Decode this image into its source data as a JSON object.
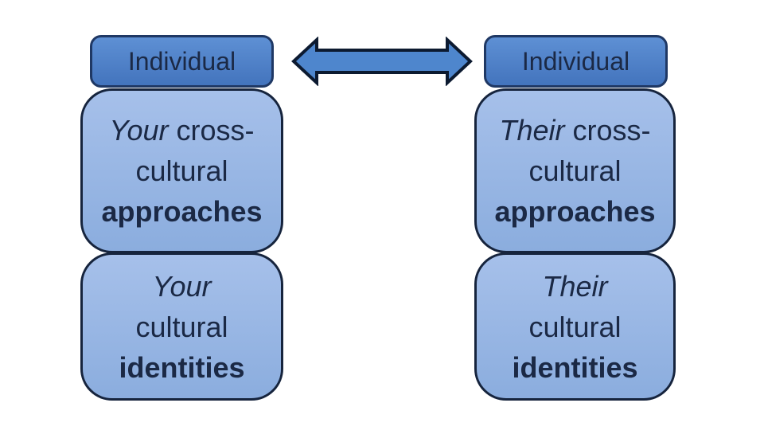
{
  "colors": {
    "background": "#ffffff",
    "dark_box_fill_top": "#5e90d4",
    "dark_box_fill_bottom": "#4374bd",
    "dark_box_border": "#1f3864",
    "light_box_fill_top": "#a6c0ea",
    "light_box_fill_bottom": "#8badde",
    "light_box_border": "#16243d",
    "arrow_fill": "#4e86cd",
    "arrow_border": "#0c1a30",
    "text": "#1b2945"
  },
  "left_column": {
    "header": "Individual",
    "approaches_box": {
      "line1_italic": "Your",
      "line1_rest": "cross-",
      "line2": "cultural",
      "line3_bold": "approaches"
    },
    "identities_box": {
      "line1_italic": "Your",
      "line2": "cultural",
      "line3_bold": "identities"
    }
  },
  "right_column": {
    "header": "Individual",
    "approaches_box": {
      "line1_italic": "Their",
      "line1_rest": "cross-",
      "line2": "cultural",
      "line3_bold": "approaches"
    },
    "identities_box": {
      "line1_italic": "Their",
      "line2": "cultural",
      "line3_bold": "identities"
    }
  },
  "arrow": {
    "type": "double-headed",
    "direction": "horizontal"
  }
}
